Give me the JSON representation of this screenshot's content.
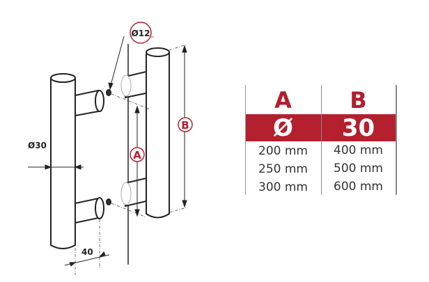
{
  "diagram": {
    "labels": {
      "diameter_fixing": "Ø12",
      "diameter_bar": "Ø30",
      "offset": "40",
      "dim_a": "A",
      "dim_b": "B"
    },
    "accent_color": "#b5202f"
  },
  "table": {
    "headers": [
      "A",
      "B"
    ],
    "highlight": {
      "symbol": "Ø",
      "value": "30"
    },
    "rows": [
      {
        "a": "200 mm",
        "b": "400 mm"
      },
      {
        "a": "250 mm",
        "b": "500 mm"
      },
      {
        "a": "300 mm",
        "b": "600 mm"
      }
    ]
  }
}
